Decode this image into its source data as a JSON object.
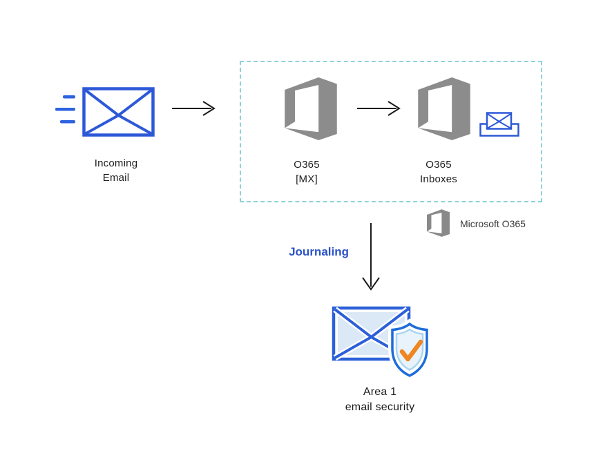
{
  "diagram": {
    "type": "flow-diagram",
    "nodes": {
      "incoming_email": {
        "label": "Incoming\nEmail",
        "icon": "envelope-outline-with-speed-lines"
      },
      "o365_mx": {
        "label": "O365\n[MX]",
        "icon": "office365-logo"
      },
      "o365_inboxes": {
        "label": "O365\nInboxes",
        "icon": "office365-logo-with-inbox"
      },
      "area1": {
        "label": "Area 1\nemail security",
        "icon": "envelope-with-security-shield-check"
      }
    },
    "edges": [
      {
        "from": "incoming_email",
        "to": "o365_mx"
      },
      {
        "from": "o365_mx",
        "to": "o365_inboxes"
      },
      {
        "from": "o365_group",
        "to": "area1",
        "label": "Journaling"
      }
    ],
    "journaling_label": "Journaling",
    "legend": {
      "label": "Microsoft O365",
      "icon": "office365-logo"
    },
    "group_box": {
      "style": "dashed",
      "contains": [
        "o365_mx",
        "o365_inboxes"
      ]
    },
    "colors": {
      "primary_blue": "#2d59d8",
      "light_blue_fill": "#dbe8f6",
      "dashed_border": "#8ed2de",
      "logo_gray": "#8c8c8c",
      "check_orange": "#ee8722",
      "shield_blue": "#1d6cdb",
      "shield_inner_blue": "#aad4ef",
      "journaling_blue": "#2b52c9",
      "arrow_black": "#1a1a1a"
    }
  }
}
